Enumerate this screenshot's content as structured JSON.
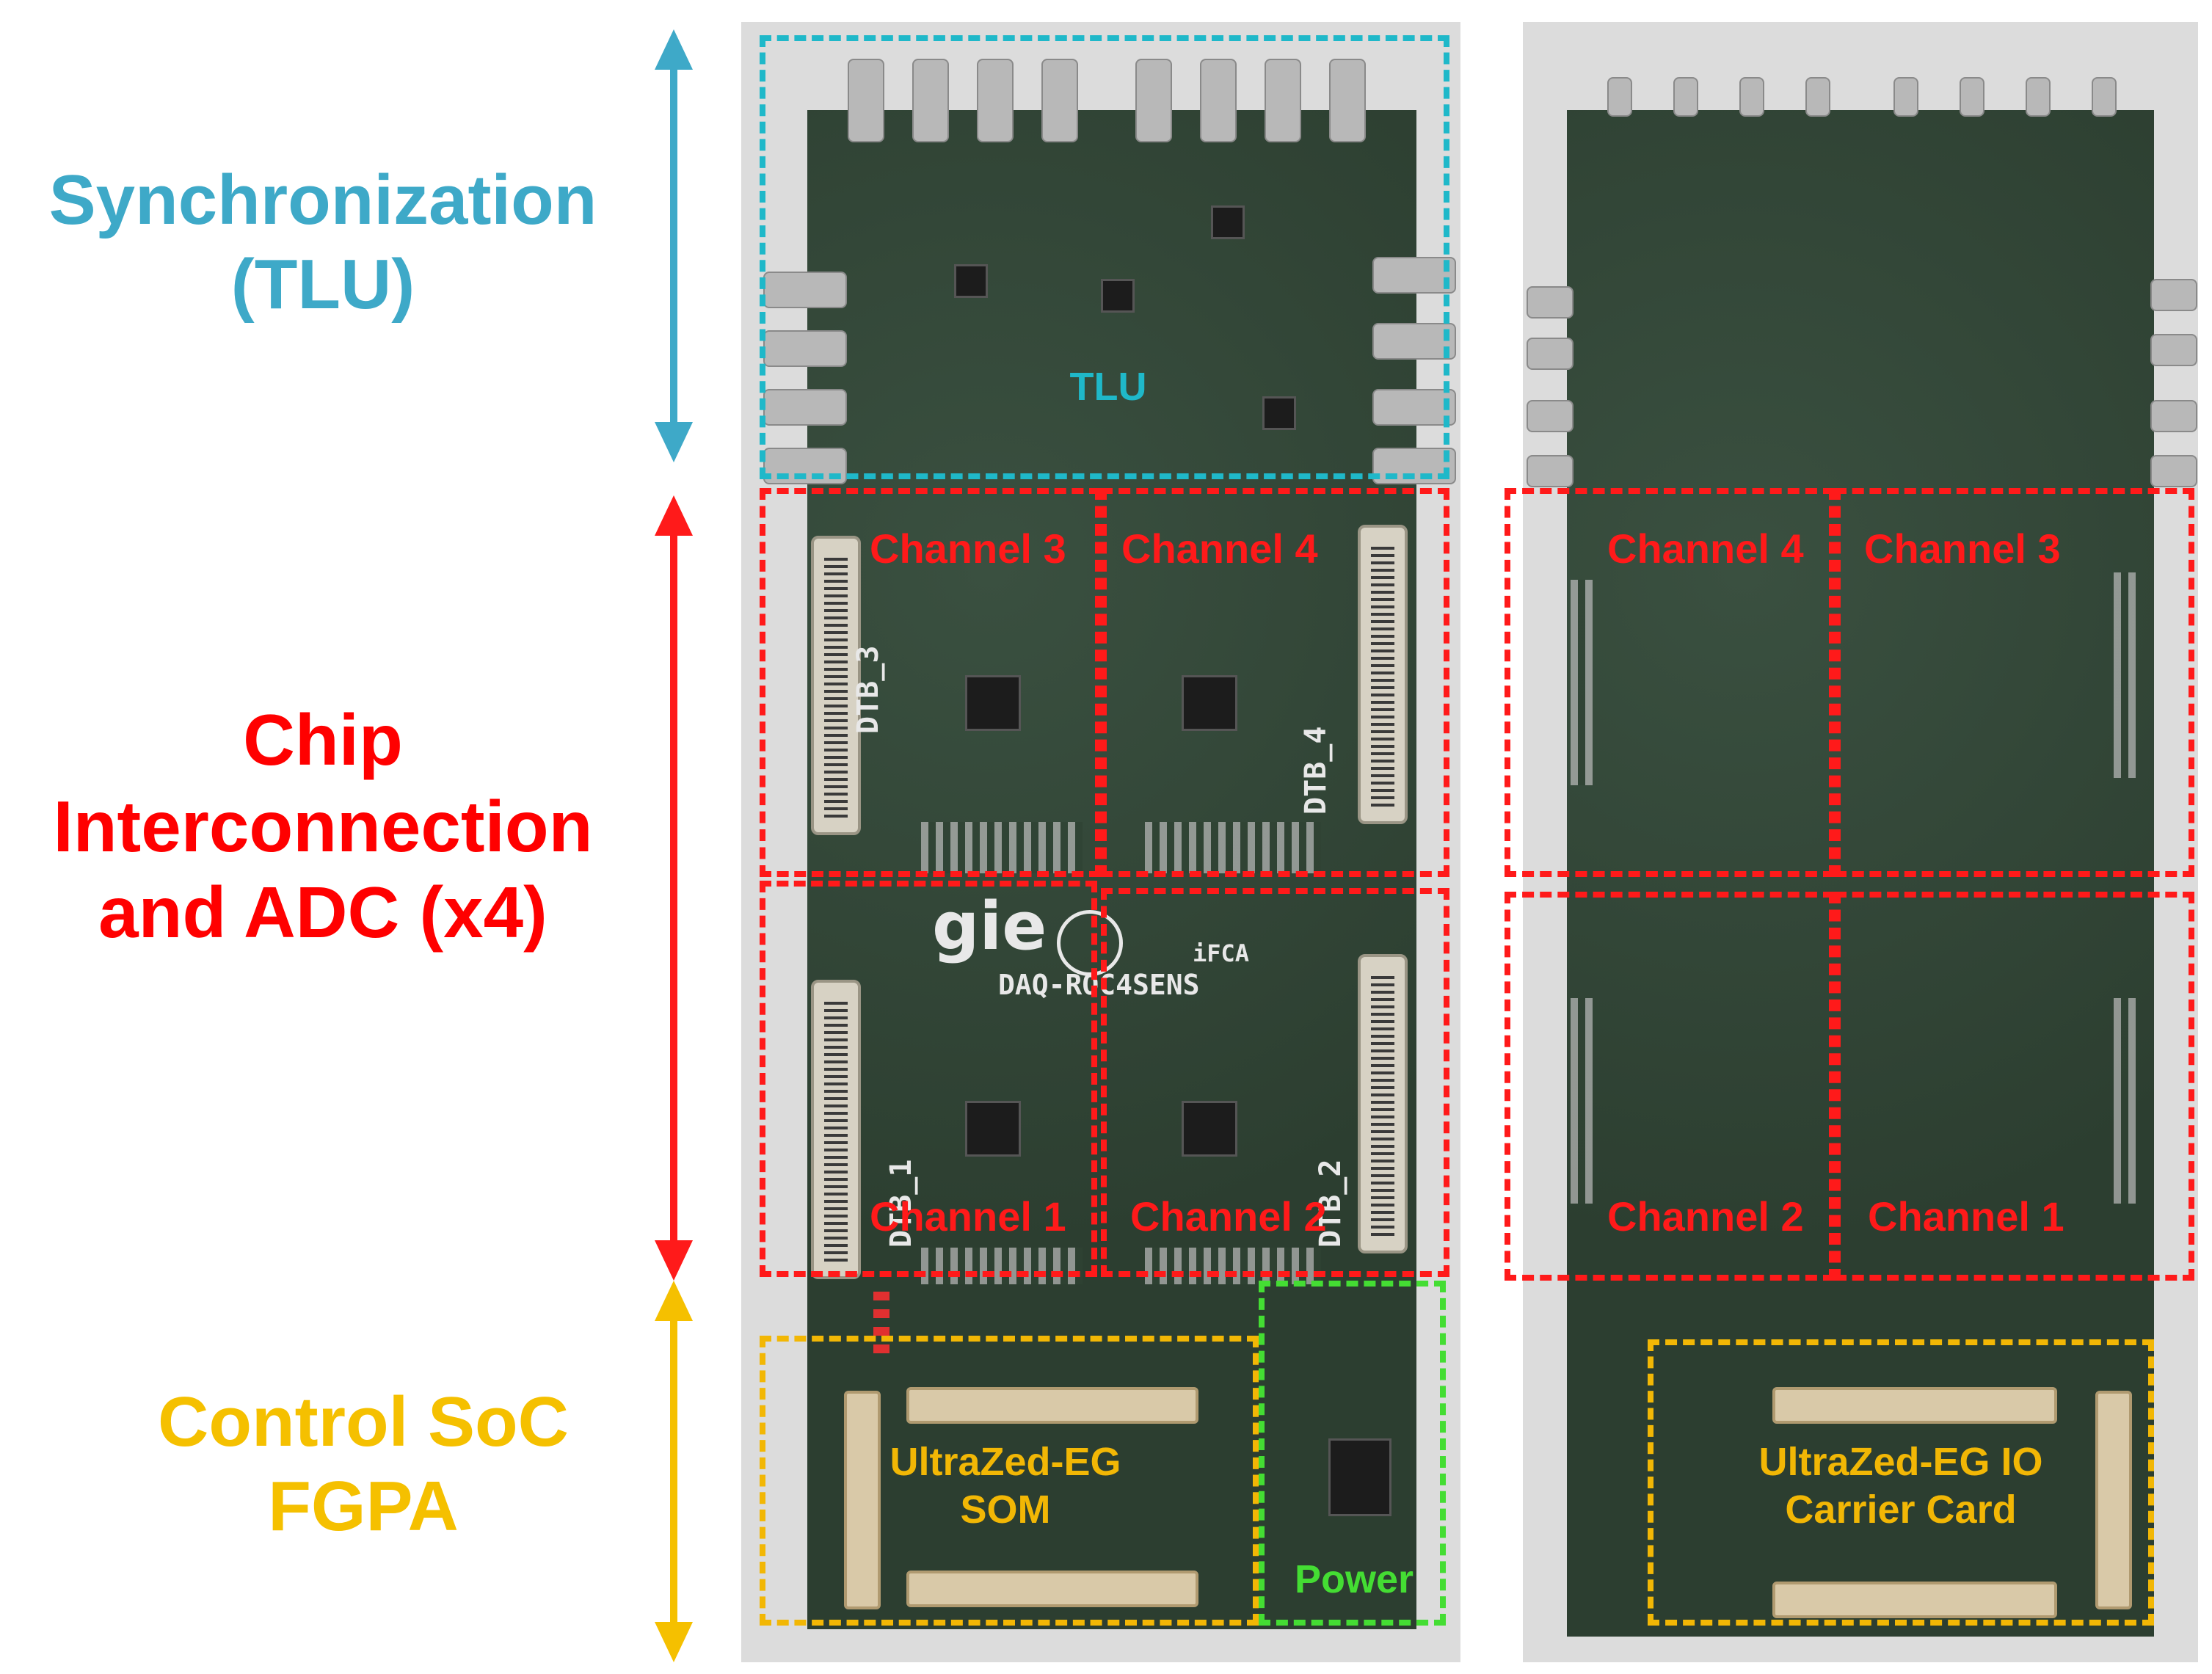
{
  "left_labels": {
    "synchronization": {
      "line1": "Synchronization",
      "line2": "(TLU)",
      "color": "#3ea9c8"
    },
    "chip": {
      "line1": "Chip",
      "line2": "Interconnection",
      "line3": "and ADC (x4)",
      "color": "#ff0000"
    },
    "control": {
      "line1": "Control SoC",
      "line2": "FGPA",
      "color": "#f5c000"
    }
  },
  "front_board": {
    "tlu_label": "TLU",
    "channels": [
      "Channel 3",
      "Channel 4",
      "Channel 1",
      "Channel 2"
    ],
    "som_label_line1": "UltraZed-EG",
    "som_label_line2": "SOM",
    "power_label": "Power",
    "silkscreen": {
      "dtb3": "DTB_3",
      "dtb4": "DTB_4",
      "dtb1": "DTB_1",
      "dtb2": "DTB_2",
      "board_name": "DAQ-ROC4SENS",
      "gie_logo": "gie",
      "ifca_logo": "iFCA"
    }
  },
  "back_board": {
    "channels": [
      "Channel 4",
      "Channel 3",
      "Channel 2",
      "Channel 1"
    ],
    "carrier_label_line1": "UltraZed-EG IO",
    "carrier_label_line2": "Carrier Card"
  },
  "colors": {
    "tlu": "#1fb8c9",
    "channels": "#ff1a1a",
    "control": "#f2b705",
    "power": "#44dd33",
    "pcb": "#2f4233"
  }
}
